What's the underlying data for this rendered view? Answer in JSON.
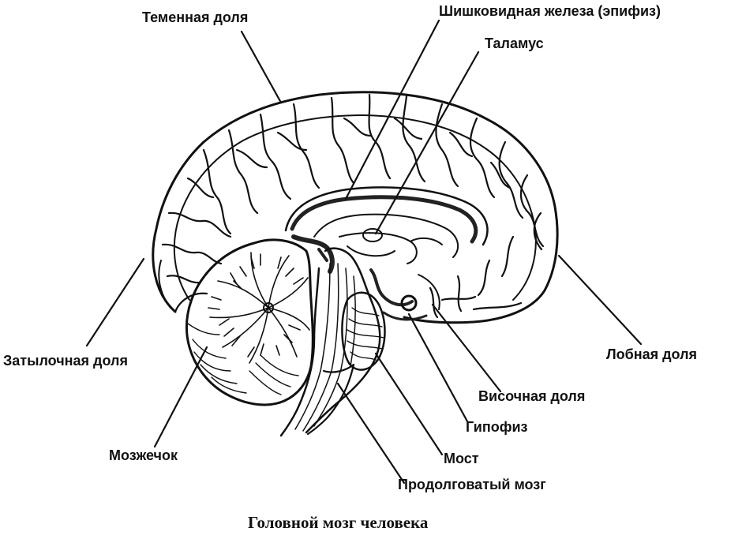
{
  "labels": {
    "parietal": "Теменная доля",
    "pineal": "Шишковидная железа (эпифиз)",
    "thalamus": "Таламус",
    "occipital": "Затылочная доля",
    "frontal": "Лобная доля",
    "temporal": "Височная доля",
    "pituitary": "Гипофиз",
    "cerebellum": "Мозжечок",
    "pons": "Мост",
    "medulla": "Продолговатый мозг"
  },
  "caption": "Головной мозг человека"
}
